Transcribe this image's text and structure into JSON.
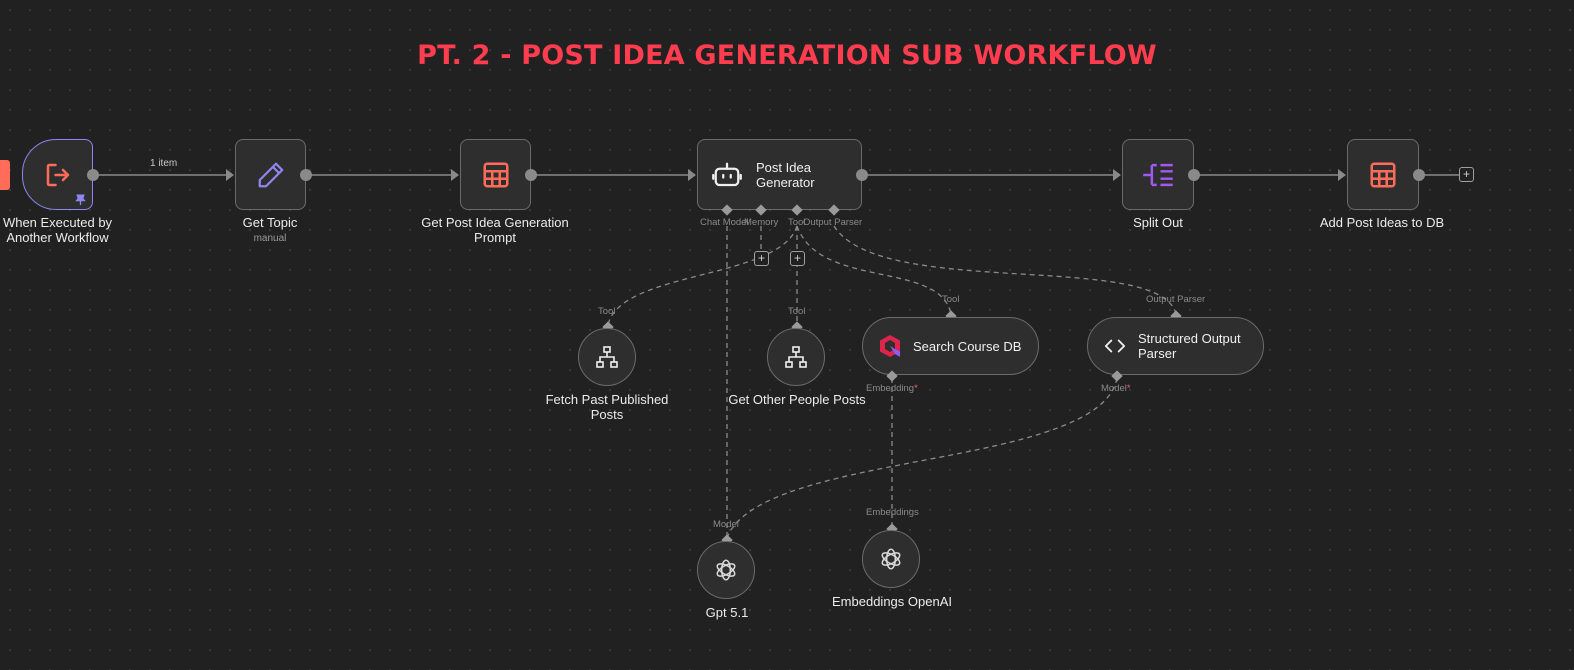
{
  "canvas": {
    "title": "PT. 2 - POST IDEA GENERATION SUB WORKFLOW"
  },
  "colors": {
    "title": "#ff3d4f",
    "trigger_border": "#8f87f1",
    "sheets_icon": "#ff6d5a",
    "split_icon": "#a259f0",
    "edit_icon": "#8f87f1"
  },
  "nodes": {
    "trigger": {
      "label": "When Executed by Another Workflow",
      "icon": "sign-in-icon"
    },
    "get_topic": {
      "label": "Get Topic",
      "sublabel": "manual",
      "icon": "pencil-icon"
    },
    "get_prompt": {
      "label": "Get Post Idea Generation Prompt",
      "icon": "table-icon"
    },
    "agent": {
      "label": "Post Idea Generator",
      "icon": "robot-icon",
      "ports": {
        "chat_model": "Chat Model",
        "memory": "Memory",
        "tool": "Tool",
        "output_parser": "Output Parser"
      }
    },
    "split_out": {
      "label": "Split Out",
      "icon": "split-icon"
    },
    "add_db": {
      "label": "Add Post Ideas to DB",
      "icon": "table-icon"
    },
    "fetch_past": {
      "label": "Fetch Past Published Posts",
      "port": "Tool",
      "icon": "workflow-icon"
    },
    "get_other": {
      "label": "Get Other People Posts",
      "port": "Tool",
      "icon": "workflow-icon"
    },
    "search_db": {
      "label": "Search Course DB",
      "port_top": "Tool",
      "port_bottom": "Embedding",
      "required": "*",
      "icon": "qdrant-icon"
    },
    "parser": {
      "label": "Structured Output Parser",
      "port_top": "Output Parser",
      "port_bottom": "Model",
      "required": "*",
      "icon": "code-icon"
    },
    "gpt": {
      "label": "Gpt 5.1",
      "port": "Model",
      "icon": "openai-icon"
    },
    "embeddings": {
      "label": "Embeddings OpenAI",
      "port": "Embeddings",
      "icon": "openai-icon"
    }
  },
  "edges": {
    "trigger_to_topic": "1 item"
  },
  "plus_buttons": [
    "+",
    "+",
    "+"
  ]
}
